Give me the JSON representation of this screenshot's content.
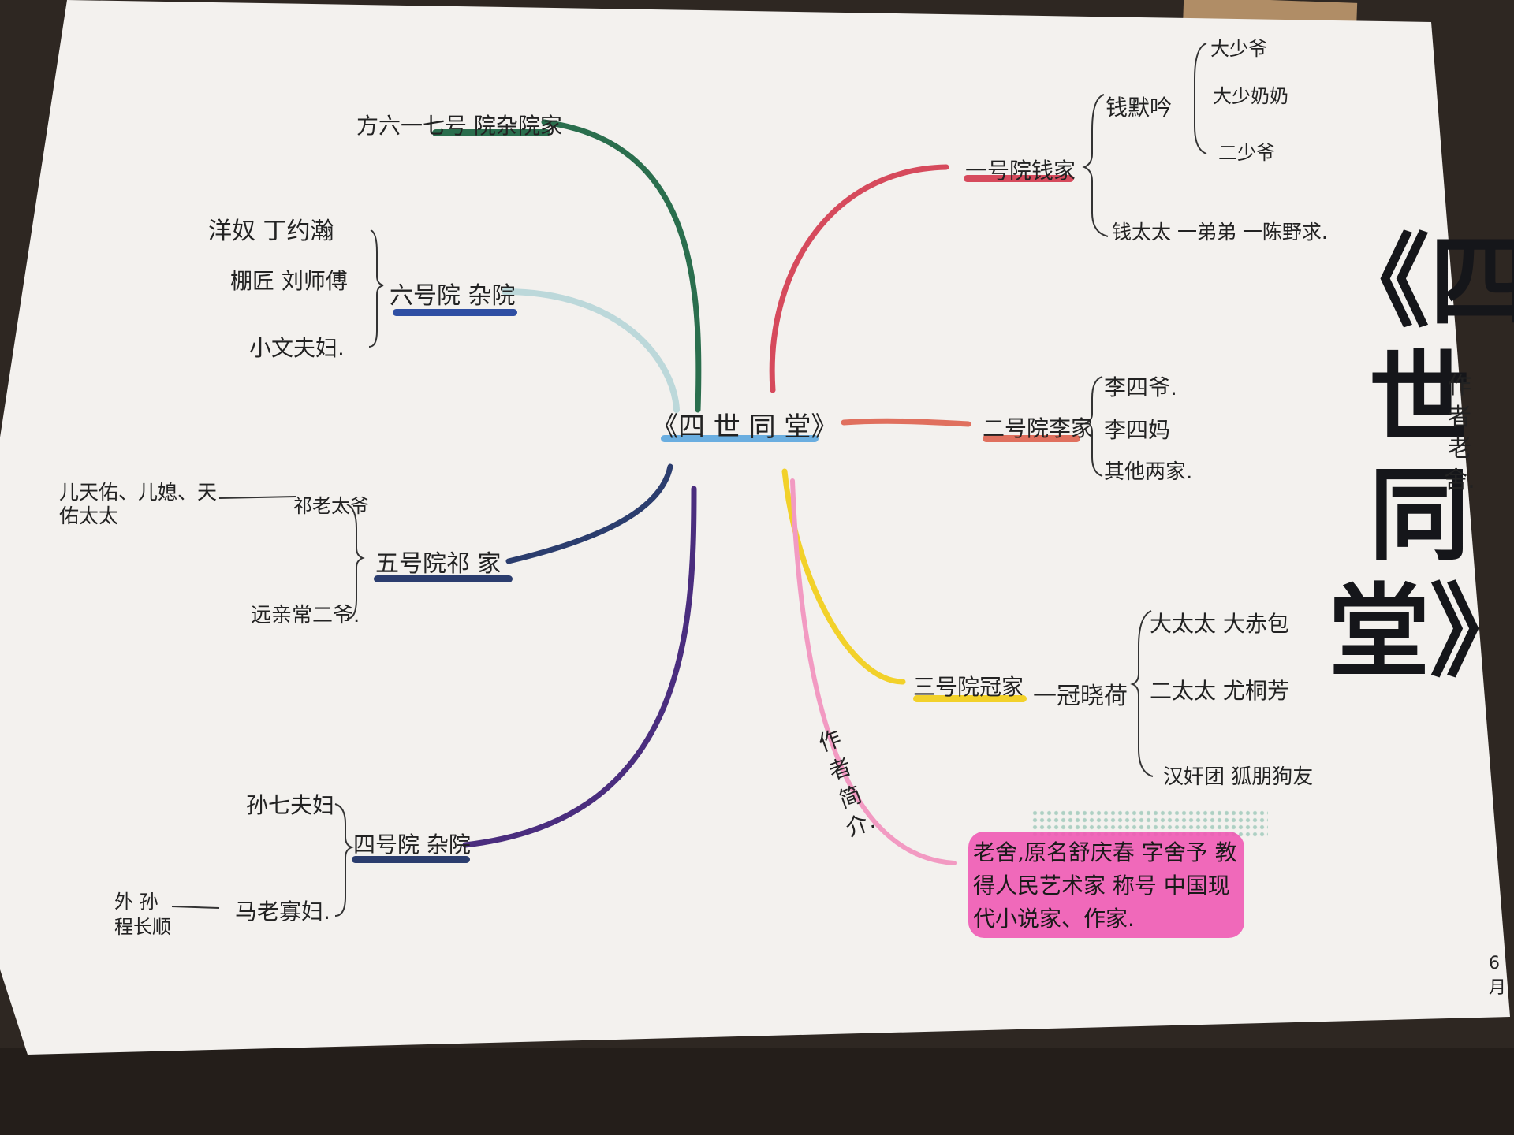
{
  "colors": {
    "paper": "#f3f1ee",
    "green": "#2a6e4d",
    "light_blue": "#bcd8da",
    "navy": "#2b3d6e",
    "purple": "#4a2d7e",
    "red": "#d64a5c",
    "salmon": "#e0705e",
    "yellow": "#f2d12a",
    "pink": "#f29ac2",
    "magenta": "#f05ab4",
    "blue_marker": "#2f4fa3",
    "center_marker": "#6aaee0"
  },
  "center": {
    "label": "《四 世 同 堂》"
  },
  "title": {
    "text": "《四世同堂》",
    "author_note": "作者 老舍."
  },
  "left_branches": {
    "no7": {
      "label": "方六一七号 院杂院家"
    },
    "no6": {
      "label": "六号院 杂院",
      "members": [
        "洋奴 丁约瀚",
        "棚匠 刘师傅",
        "小文夫妇."
      ]
    },
    "no5": {
      "label": "五号院祁 家",
      "members": [
        "祁老太爷",
        "远亲常二爷."
      ],
      "sub": "儿天佑、儿媳、天佑太太"
    },
    "no4": {
      "label": "四号院 杂院",
      "members": [
        "孙七夫妇",
        "马老寡妇."
      ],
      "sub": "外 孙 程长顺"
    }
  },
  "right_branches": {
    "no1": {
      "label": "一号院钱家",
      "head": "钱默吟",
      "children": [
        "大少爷",
        "大少奶奶",
        "二少爷"
      ],
      "wife": "钱太太 一弟弟 一陈野求."
    },
    "no2": {
      "label": "二号院李家",
      "members": [
        "李四爷.",
        "李四妈",
        "其他两家."
      ]
    },
    "no3": {
      "label": "三号院冠家",
      "head": "一冠晓荷",
      "members": [
        "大太太 大赤包",
        "二太太 尤桐芳",
        "汉奸团 狐朋狗友"
      ]
    },
    "intro": {
      "label": "作者简介.",
      "bio": "老舍,原名舒庆春 字舍予 教得人民艺术家 称号 中国现代小说家、作家."
    }
  },
  "corner_note": "6月"
}
